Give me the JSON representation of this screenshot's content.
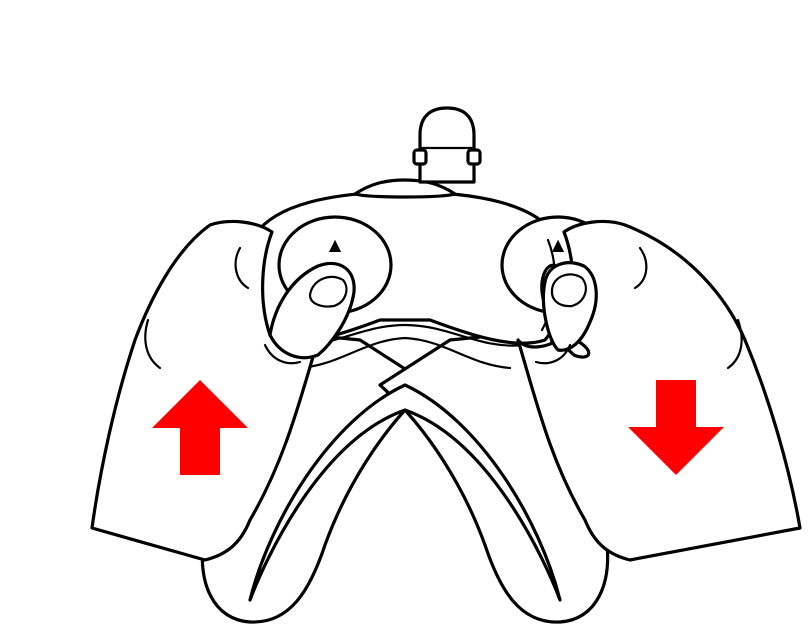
{
  "figure": {
    "subject": "gamepad-controller-held-in-two-hands",
    "left_stick_marker": "▲",
    "right_stick_marker": "▲"
  },
  "arrows": {
    "left": {
      "direction": "up",
      "color": "#ff0000"
    },
    "right": {
      "direction": "down",
      "color": "#ff0000"
    }
  },
  "colors": {
    "line": "#000000",
    "fill": "#ffffff",
    "accent": "#ff0000"
  }
}
